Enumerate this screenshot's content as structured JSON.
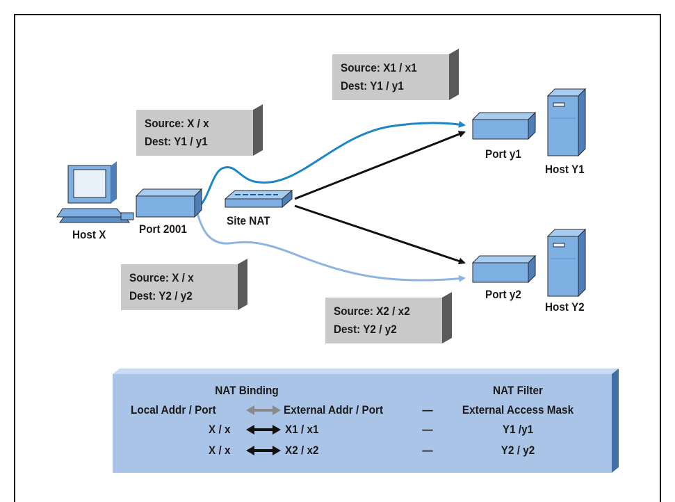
{
  "hosts": {
    "host_x": "Host X",
    "host_y1": "Host Y1",
    "host_y2": "Host Y2"
  },
  "ports": {
    "port_2001": "Port 2001",
    "port_y1": "Port y1",
    "port_y2": "Port y2"
  },
  "site_nat": "Site NAT",
  "boxes": {
    "top_left": {
      "source": "Source: X / x",
      "dest": "Dest: Y1 / y1"
    },
    "top_right": {
      "source": "Source: X1 / x1",
      "dest": "Dest: Y1 / y1"
    },
    "bottom_left": {
      "source": "Source: X / x",
      "dest": "Dest: Y2 / y2"
    },
    "bottom_right": {
      "source": "Source: X2 / x2",
      "dest": "Dest: Y2 / y2"
    }
  },
  "table": {
    "binding_title": "NAT Binding",
    "filter_title": "NAT Filter",
    "local_header": "Local Addr / Port",
    "external_header": "External Addr / Port",
    "mask_header": "External Access Mask",
    "dash": "—",
    "rows": [
      {
        "local": "X / x",
        "external": "X1 / x1",
        "mask": "Y1 /y1"
      },
      {
        "local": "X / x",
        "external": "X2 / x2",
        "mask": "Y2 / y2"
      }
    ]
  },
  "colors": {
    "blue_link": "#1e86c4",
    "light_blue_link": "#8fb4e0",
    "box_gray": "#c9c9c9",
    "table_blue": "#a9c4e6",
    "device_blue": "#7fb0e4"
  }
}
